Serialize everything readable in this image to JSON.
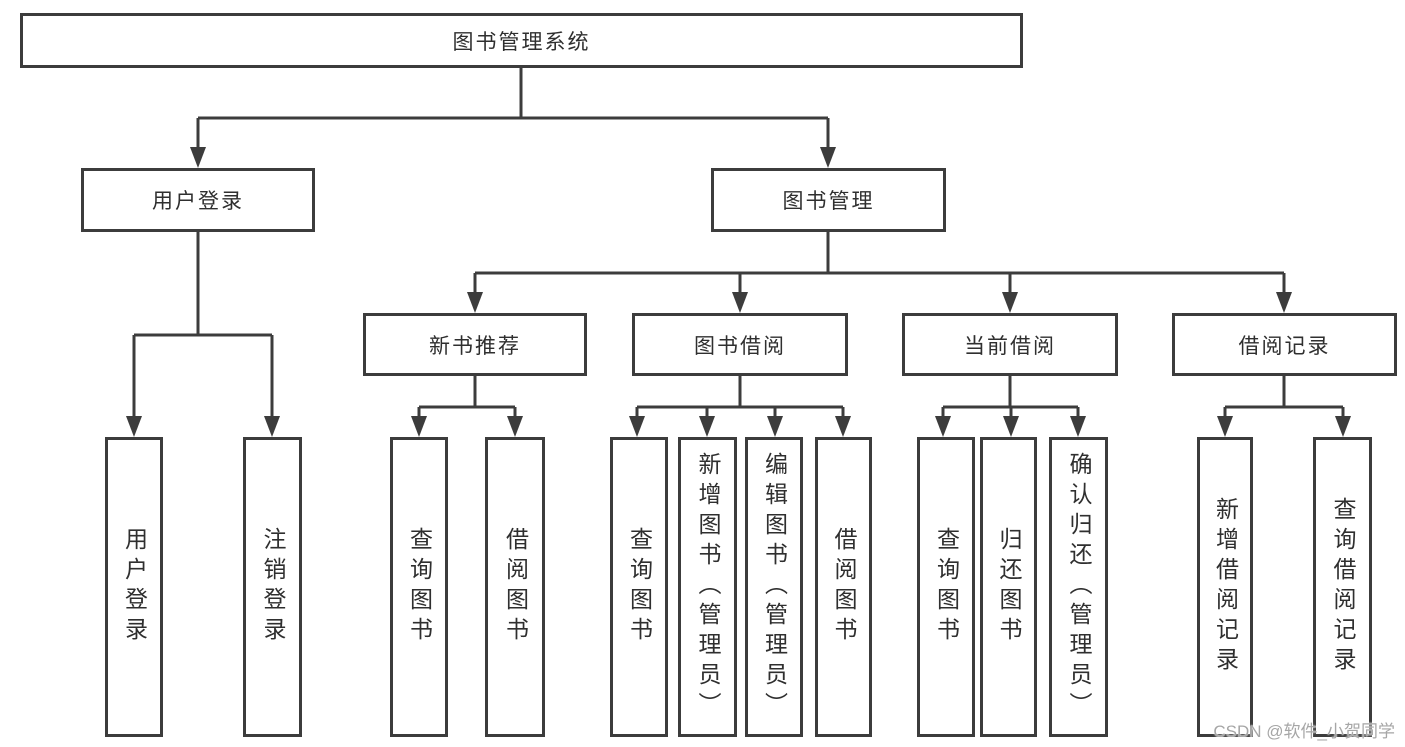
{
  "nodes": {
    "root": "图书管理系统",
    "user_login": "用户登录",
    "book_mgmt": "图书管理",
    "new_book": "新书推荐",
    "book_borrow": "图书借阅",
    "current_borrow": "当前借阅",
    "borrow_record": "借阅记录",
    "leaves": {
      "user_login": [
        "用户登录",
        "注销登录"
      ],
      "new_book": [
        "查询图书",
        "借阅图书"
      ],
      "book_borrow": [
        "查询图书",
        "新增图书（管理员）",
        "编辑图书（管理员）",
        "借阅图书"
      ],
      "current_borrow": [
        "查询图书",
        "归还图书",
        "确认归还（管理员）"
      ],
      "borrow_record": [
        "新增借阅记录",
        "查询借阅记录"
      ]
    }
  },
  "watermark": "CSDN @软件_小贺同学",
  "colors": {
    "line": "#3c3c3c",
    "text": "#2f2f2f",
    "watermark": "#a6a6a6",
    "background": "#ffffff"
  }
}
